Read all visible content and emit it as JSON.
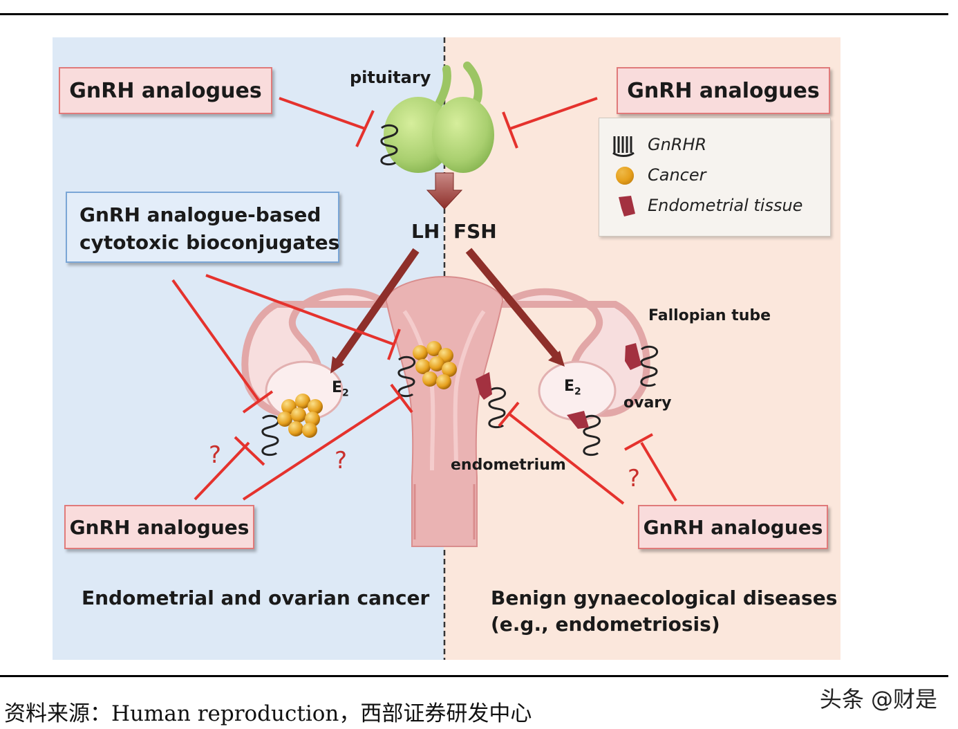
{
  "boxes": {
    "top_left": "GnRH analogues",
    "top_right": "GnRH analogues",
    "bottom_left": "GnRH analogues",
    "bottom_right": "GnRH analogues",
    "bioconjugates_line1": "GnRH analogue-based",
    "bioconjugates_line2": "cytotoxic bioconjugates"
  },
  "labels": {
    "pituitary": "pituitary",
    "lh": "LH",
    "fsh": "FSH",
    "e2_left": "E",
    "e2_right": "E",
    "e2_sub": "2",
    "fallopian": "Fallopian tube",
    "ovary": "ovary",
    "endometrium": "endometrium",
    "question_mark": "?"
  },
  "legend": {
    "gnrhr": "GnRHR",
    "cancer": "Cancer",
    "endometrial_tissue": "Endometrial tissue"
  },
  "panels": {
    "left_caption": "Endometrial and ovarian cancer",
    "right_caption_line1": "Benign gynaecological diseases",
    "right_caption_line2": "(e.g., endometriosis)"
  },
  "footer": {
    "source": "资料来源：Human reproduction，西部证券研发中心",
    "watermark": "头条 @财是"
  },
  "colors": {
    "left_panel": "#dde9f6",
    "right_panel": "#fbe7dc",
    "inhibit_line": "#e5322d",
    "hormone_arrow": "#8e2f2a",
    "pituitary": "#a9cf6f",
    "uterus": "#eab3b3",
    "cancer": "#e6a01d",
    "question": "#c9302c"
  },
  "icons": [
    "receptor-coil-icon",
    "cancer-cluster-icon",
    "endometrial-tissue-icon",
    "pituitary-gland-icon",
    "uterus-icon"
  ]
}
